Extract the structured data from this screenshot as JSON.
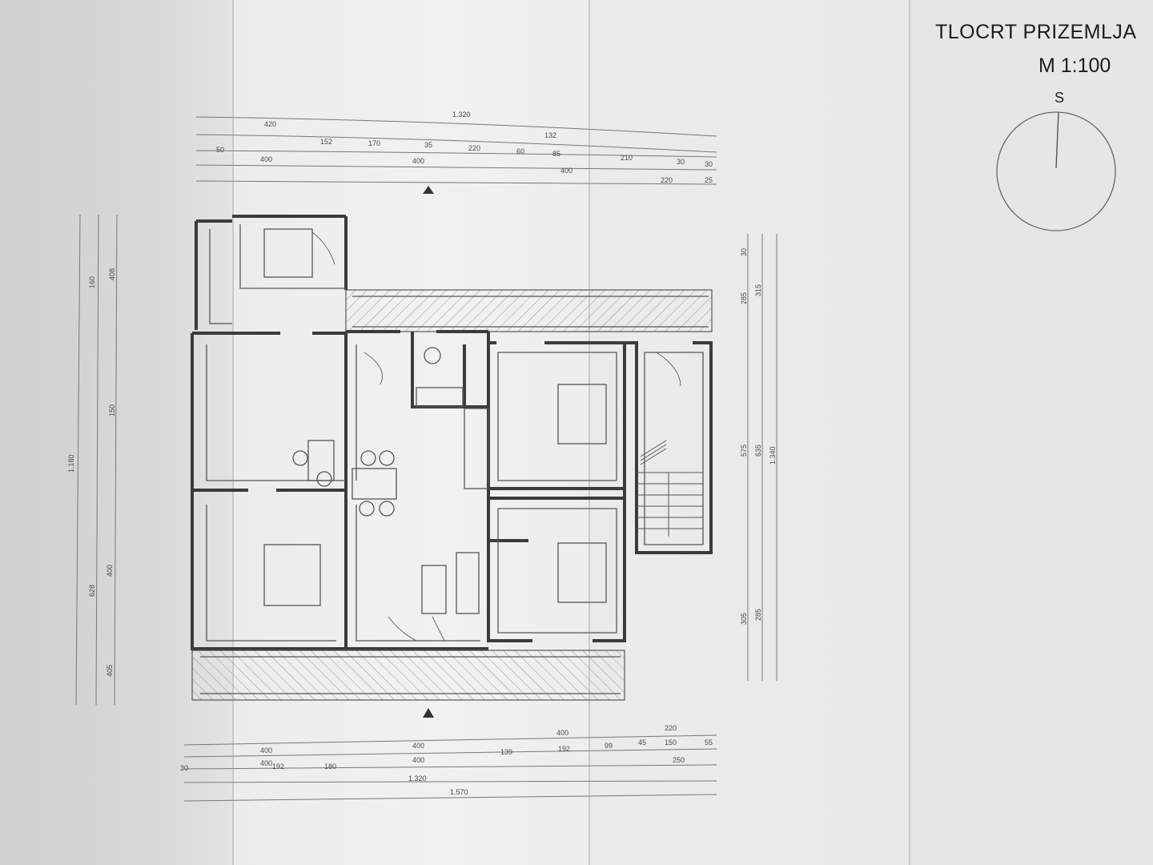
{
  "title": "TLOCRT PRIZEMLJA",
  "scale": "M 1:100",
  "north_label": "S",
  "dims_top": {
    "overall": "1.320",
    "row1": [
      "420",
      "132"
    ],
    "row2": [
      "50",
      "152",
      "170",
      "35",
      "220",
      "60",
      "85",
      "210",
      "30",
      "30"
    ],
    "row3": [
      "400",
      "400",
      "400",
      "220",
      "25"
    ]
  },
  "dims_bottom": {
    "row1": [
      "400",
      "400",
      "400",
      "220"
    ],
    "row2": [
      "400",
      "400",
      "139",
      "192",
      "99",
      "45",
      "150",
      "55"
    ],
    "row3": [
      "30",
      "192",
      "180",
      "250"
    ],
    "total1": "1.320",
    "total2": "1.570"
  },
  "dims_left": [
    "1.180",
    "160",
    "408",
    "150",
    "400",
    "405",
    "628"
  ],
  "dims_right": [
    "315",
    "285",
    "575",
    "635",
    "1.340",
    "305",
    "285",
    "30"
  ],
  "colors": {
    "ink": "#3b3b3b",
    "line": "#555555",
    "paper": "#ebebeb"
  }
}
